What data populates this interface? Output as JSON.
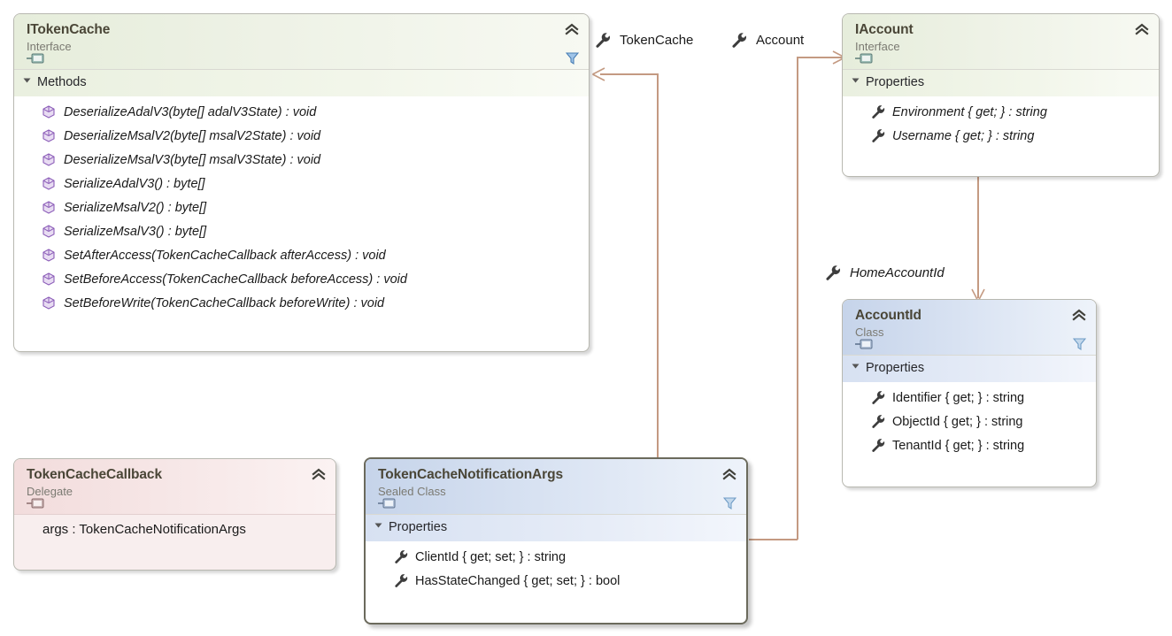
{
  "diagram": {
    "type": "uml-class-diagram",
    "background": "#ffffff",
    "connector_color": "#c49a82"
  },
  "boxes": {
    "itokencache": {
      "title": "ITokenCache",
      "stereotype": "Interface",
      "kind": "interface",
      "header_color": "#e6eddb",
      "selected": false,
      "sections": [
        {
          "label": "Methods",
          "members": [
            {
              "icon": "method-icon",
              "text": "DeserializeAdalV3(byte[] adalV3State) : void",
              "italic": true
            },
            {
              "icon": "method-icon",
              "text": "DeserializeMsalV2(byte[] msalV2State) : void",
              "italic": true
            },
            {
              "icon": "method-icon",
              "text": "DeserializeMsalV3(byte[] msalV3State) : void",
              "italic": true
            },
            {
              "icon": "method-icon",
              "text": "SerializeAdalV3() : byte[]",
              "italic": true
            },
            {
              "icon": "method-icon",
              "text": "SerializeMsalV2() : byte[]",
              "italic": true
            },
            {
              "icon": "method-icon",
              "text": "SerializeMsalV3() : byte[]",
              "italic": true
            },
            {
              "icon": "method-icon",
              "text": "SetAfterAccess(TokenCacheCallback afterAccess) : void",
              "italic": true
            },
            {
              "icon": "method-icon",
              "text": "SetBeforeAccess(TokenCacheCallback beforeAccess) : void",
              "italic": true
            },
            {
              "icon": "method-icon",
              "text": "SetBeforeWrite(TokenCacheCallback beforeWrite) : void",
              "italic": true
            }
          ]
        }
      ]
    },
    "iaccount": {
      "title": "IAccount",
      "stereotype": "Interface",
      "kind": "interface",
      "header_color": "#e6eddb",
      "selected": false,
      "sections": [
        {
          "label": "Properties",
          "members": [
            {
              "icon": "property-wrench-icon",
              "text": "Environment { get; } : string",
              "italic": true
            },
            {
              "icon": "property-wrench-icon",
              "text": "Username { get; } : string",
              "italic": true
            }
          ]
        }
      ]
    },
    "accountid": {
      "title": "AccountId",
      "stereotype": "Class",
      "kind": "class",
      "header_color": "#c6d4ea",
      "selected": false,
      "sections": [
        {
          "label": "Properties",
          "members": [
            {
              "icon": "property-wrench-icon",
              "text": "Identifier { get; } : string",
              "italic": false
            },
            {
              "icon": "property-wrench-icon",
              "text": "ObjectId { get; } : string",
              "italic": false
            },
            {
              "icon": "property-wrench-icon",
              "text": "TenantId { get; } : string",
              "italic": false
            }
          ]
        }
      ]
    },
    "tokencachecallback": {
      "title": "TokenCacheCallback",
      "stereotype": "Delegate",
      "kind": "delegate",
      "header_color": "#f2dcdc",
      "selected": false,
      "parameter_row": "args : TokenCacheNotificationArgs"
    },
    "tokencachenotificationargs": {
      "title": "TokenCacheNotificationArgs",
      "stereotype": "Sealed Class",
      "kind": "sealed-class",
      "header_color": "#c6d4ea",
      "selected": true,
      "sections": [
        {
          "label": "Properties",
          "members": [
            {
              "icon": "property-wrench-icon",
              "text": "ClientId { get; set; } : string",
              "italic": false
            },
            {
              "icon": "property-wrench-icon",
              "text": "HasStateChanged { get; set; } : bool",
              "italic": false
            }
          ]
        }
      ]
    }
  },
  "associations": [
    {
      "label": "TokenCache",
      "italic": false,
      "icon": "property-wrench-icon",
      "from": "tokencachenotificationargs",
      "to": "itokencache"
    },
    {
      "label": "Account",
      "italic": false,
      "icon": "property-wrench-icon",
      "from": "tokencachenotificationargs",
      "to": "iaccount"
    },
    {
      "label": "HomeAccountId",
      "italic": true,
      "icon": "property-wrench-icon",
      "from": "iaccount",
      "to": "accountid"
    }
  ]
}
